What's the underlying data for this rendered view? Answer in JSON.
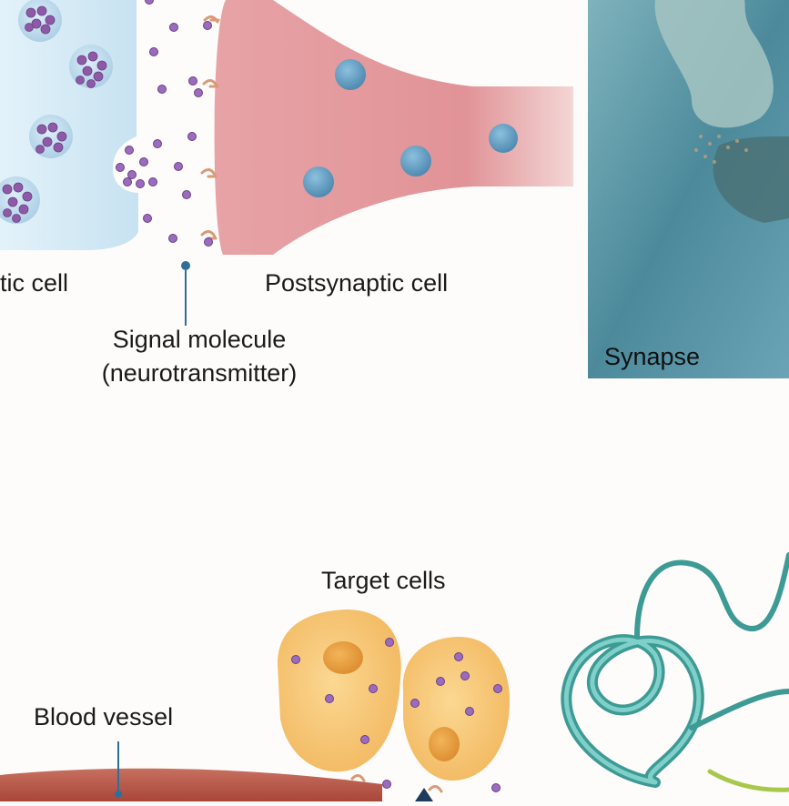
{
  "labels": {
    "presynaptic_cell_partial": "tic cell",
    "postsynaptic_cell": "Postsynaptic cell",
    "signal_molecule_line1": "Signal molecule",
    "signal_molecule_line2": "(neurotransmitter)",
    "synapse": "Synapse",
    "target_cells": "Target cells",
    "blood_vessel": "Blood vessel"
  },
  "colors": {
    "presynaptic_fill": "#d6ecf7",
    "postsynaptic_fill": "#e59a9f",
    "nucleus_blue": "#5f9ec4",
    "vesicle_purple": "#8e5aa8",
    "target_cell_fill": "#f7c978",
    "target_nucleus": "#e8a03e",
    "blood_vessel": "#c9574a",
    "protein_ribbon": "#4fb3ad",
    "photo_bg": "#4f8fa3"
  },
  "icons": {
    "pointer": "pointer-line-icon",
    "receptor": "receptor-icon",
    "protein": "protein-ribbon-icon"
  }
}
